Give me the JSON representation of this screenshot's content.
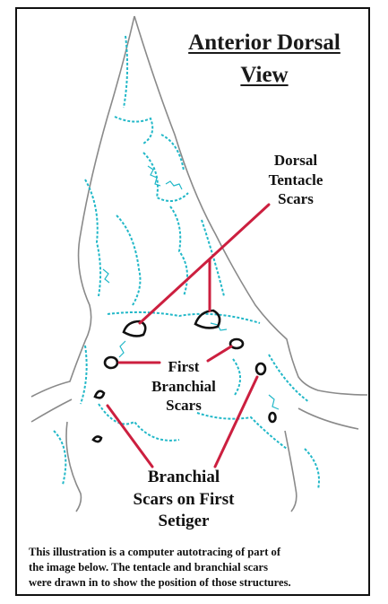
{
  "title": {
    "line1": "Anterior Dorsal",
    "line2": "View"
  },
  "labels": {
    "dorsal_tentacle_scars": [
      "Dorsal",
      "Tentacle",
      "Scars"
    ],
    "first_branchial_scars": [
      "First",
      "Branchial",
      "Scars"
    ],
    "branchial_scars_first_setiger": [
      "Branchial",
      "Scars on First",
      "Setiger"
    ]
  },
  "caption": {
    "line1": "This illustration is a computer autotracing of part of",
    "line2": "the image below.  The tentacle and branchial scars",
    "line3": "were drawn in to show the position of those structures."
  },
  "colors": {
    "outline": "#8a8a8a",
    "tracing": "#22b8c8",
    "pointer_lines": "#cc1f3f",
    "text": "#111111"
  }
}
